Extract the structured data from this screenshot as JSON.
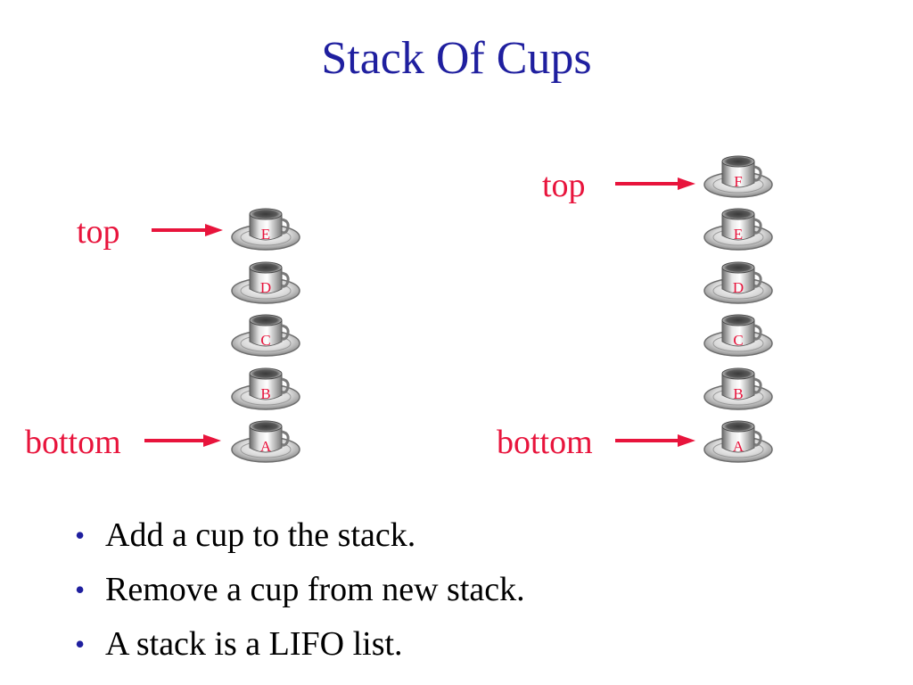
{
  "title": "Stack Of Cups",
  "left_stack": {
    "top_label": "top",
    "bottom_label": "bottom",
    "cups_top_to_bottom": [
      "E",
      "D",
      "C",
      "B",
      "A"
    ]
  },
  "right_stack": {
    "top_label": "top",
    "bottom_label": "bottom",
    "cups_top_to_bottom": [
      "F",
      "E",
      "D",
      "C",
      "B",
      "A"
    ]
  },
  "bullets": [
    "Add a cup to the stack.",
    "Remove a cup from new stack.",
    "A stack is a LIFO list."
  ],
  "colors": {
    "title": "#1f1f9f",
    "label": "#e8143c",
    "arrow": "#e8143c",
    "bullet_dot": "#1f1f9f"
  },
  "icons": {
    "cup": "cup-icon",
    "arrow": "arrow-right-icon"
  }
}
